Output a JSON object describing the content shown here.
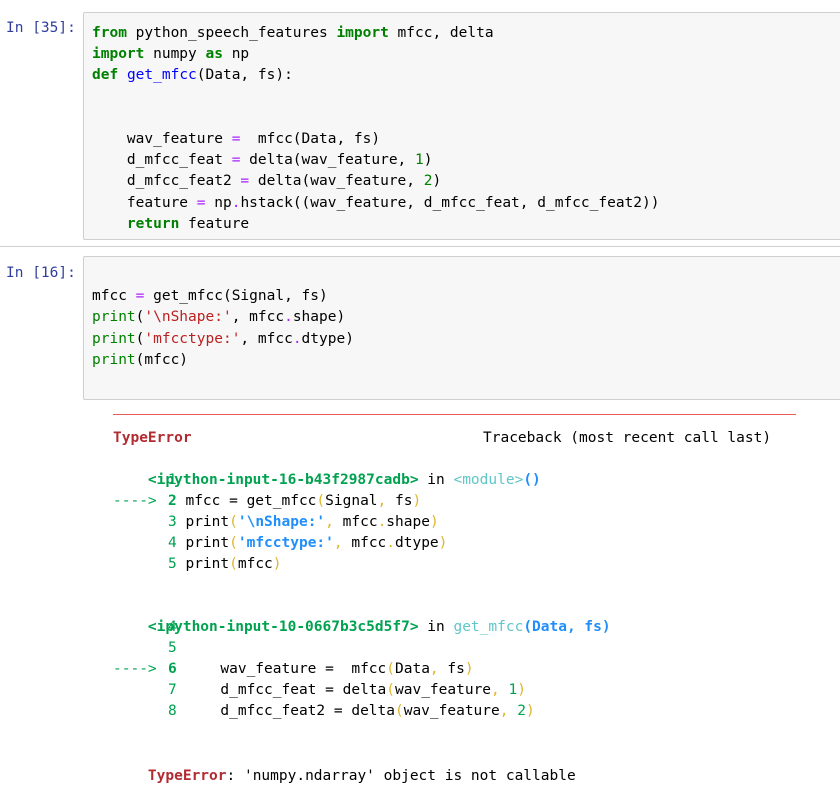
{
  "cells": [
    {
      "prompt": "In [35]:",
      "lines": [
        [
          [
            "kw",
            "from"
          ],
          [
            "p",
            " python_speech_features "
          ],
          [
            "kw",
            "import"
          ],
          [
            "p",
            " mfcc, delta"
          ]
        ],
        [
          [
            "kw",
            "import"
          ],
          [
            "p",
            " numpy "
          ],
          [
            "kw",
            "as"
          ],
          [
            "p",
            " np"
          ]
        ],
        [
          [
            "kw",
            "def"
          ],
          [
            "p",
            " "
          ],
          [
            "fn",
            "get_mfcc"
          ],
          [
            "p",
            "(Data, fs):"
          ]
        ],
        [
          [
            "p",
            ""
          ]
        ],
        [
          [
            "p",
            ""
          ]
        ],
        [
          [
            "p",
            "    wav_feature "
          ],
          [
            "op",
            "="
          ],
          [
            "p",
            "  mfcc(Data, fs)"
          ]
        ],
        [
          [
            "p",
            "    d_mfcc_feat "
          ],
          [
            "op",
            "="
          ],
          [
            "p",
            " delta(wav_feature, "
          ],
          [
            "num",
            "1"
          ],
          [
            "p",
            ")"
          ]
        ],
        [
          [
            "p",
            "    d_mfcc_feat2 "
          ],
          [
            "op",
            "="
          ],
          [
            "p",
            " delta(wav_feature, "
          ],
          [
            "num",
            "2"
          ],
          [
            "p",
            ")"
          ]
        ],
        [
          [
            "p",
            "    feature "
          ],
          [
            "op",
            "="
          ],
          [
            "p",
            " np"
          ],
          [
            "op",
            "."
          ],
          [
            "p",
            "hstack((wav_feature, d_mfcc_feat, d_mfcc_feat2))"
          ]
        ],
        [
          [
            "p",
            "    "
          ],
          [
            "kw",
            "return"
          ],
          [
            "p",
            " feature"
          ]
        ]
      ]
    },
    {
      "prompt": "In [16]:",
      "lines": [
        [
          [
            "p",
            ""
          ]
        ],
        [
          [
            "p",
            "mfcc "
          ],
          [
            "op",
            "="
          ],
          [
            "p",
            " get_mfcc(Signal, fs)"
          ]
        ],
        [
          [
            "bi",
            "print"
          ],
          [
            "p",
            "("
          ],
          [
            "str",
            "'\\nShape:'"
          ],
          [
            "p",
            ", mfcc"
          ],
          [
            "op",
            "."
          ],
          [
            "p",
            "shape)"
          ]
        ],
        [
          [
            "bi",
            "print"
          ],
          [
            "p",
            "("
          ],
          [
            "str",
            "'mfcctype:'"
          ],
          [
            "p",
            ", mfcc"
          ],
          [
            "op",
            "."
          ],
          [
            "p",
            "dtype)"
          ]
        ],
        [
          [
            "bi",
            "print"
          ],
          [
            "p",
            "(mfcc)"
          ]
        ]
      ]
    }
  ],
  "traceback": {
    "error_name": "TypeError",
    "header_right": "Traceback (most recent call last)",
    "frame1": {
      "file": "<ipython-input-16-b43f2987cadb>",
      "in_word": " in ",
      "scope": "<module>",
      "scope_args": "()",
      "lines": [
        {
          "arrow": "",
          "num": "1",
          "code": [
            [
              "p",
              ""
            ]
          ]
        },
        {
          "arrow": "---->",
          "num": "2",
          "code": [
            [
              "p",
              "mfcc = get_mfcc"
            ],
            [
              "yellow",
              "("
            ],
            [
              "p",
              "Signal"
            ],
            [
              "yellow",
              ","
            ],
            [
              "p",
              " fs"
            ],
            [
              "yellow",
              ")"
            ]
          ]
        },
        {
          "arrow": "",
          "num": "3",
          "code": [
            [
              "p",
              "print"
            ],
            [
              "yellow",
              "("
            ],
            [
              "str",
              "'\\nShape:'"
            ],
            [
              "yellow",
              ","
            ],
            [
              "p",
              " mfcc"
            ],
            [
              "yellow",
              "."
            ],
            [
              "p",
              "shape"
            ],
            [
              "yellow",
              ")"
            ]
          ]
        },
        {
          "arrow": "",
          "num": "4",
          "code": [
            [
              "p",
              "print"
            ],
            [
              "yellow",
              "("
            ],
            [
              "str",
              "'mfcctype:'"
            ],
            [
              "yellow",
              ","
            ],
            [
              "p",
              " mfcc"
            ],
            [
              "yellow",
              "."
            ],
            [
              "p",
              "dtype"
            ],
            [
              "yellow",
              ")"
            ]
          ]
        },
        {
          "arrow": "",
          "num": "5",
          "code": [
            [
              "p",
              "print"
            ],
            [
              "yellow",
              "("
            ],
            [
              "p",
              "mfcc"
            ],
            [
              "yellow",
              ")"
            ]
          ]
        }
      ]
    },
    "frame2": {
      "file": "<ipython-input-10-0667b3c5d5f7>",
      "in_word": " in ",
      "scope": "get_mfcc",
      "scope_args": "(Data, fs)",
      "lines": [
        {
          "arrow": "",
          "num": "4",
          "code": [
            [
              "p",
              ""
            ]
          ]
        },
        {
          "arrow": "",
          "num": "5",
          "code": [
            [
              "p",
              ""
            ]
          ]
        },
        {
          "arrow": "---->",
          "num": "6",
          "code": [
            [
              "p",
              "    wav_feature =  mfcc"
            ],
            [
              "yellow",
              "("
            ],
            [
              "p",
              "Data"
            ],
            [
              "yellow",
              ","
            ],
            [
              "p",
              " fs"
            ],
            [
              "yellow",
              ")"
            ]
          ]
        },
        {
          "arrow": "",
          "num": "7",
          "code": [
            [
              "p",
              "    d_mfcc_feat = delta"
            ],
            [
              "yellow",
              "("
            ],
            [
              "p",
              "wav_feature"
            ],
            [
              "yellow",
              ","
            ],
            [
              "p",
              " "
            ],
            [
              "num",
              "1"
            ],
            [
              "yellow",
              ")"
            ]
          ]
        },
        {
          "arrow": "",
          "num": "8",
          "code": [
            [
              "p",
              "    d_mfcc_feat2 = delta"
            ],
            [
              "yellow",
              "("
            ],
            [
              "p",
              "wav_feature"
            ],
            [
              "yellow",
              ","
            ],
            [
              "p",
              " "
            ],
            [
              "num",
              "2"
            ],
            [
              "yellow",
              ")"
            ]
          ]
        }
      ]
    },
    "final_error": "TypeError",
    "final_message": ": 'numpy.ndarray' object is not callable"
  },
  "colors": {
    "prompt": "#303f9f",
    "keyword": "#008000",
    "error_red": "#b22b31",
    "traceback_green": "#00a250",
    "traceback_cyan": "#60c6c8",
    "traceback_blue": "#208ffb"
  }
}
